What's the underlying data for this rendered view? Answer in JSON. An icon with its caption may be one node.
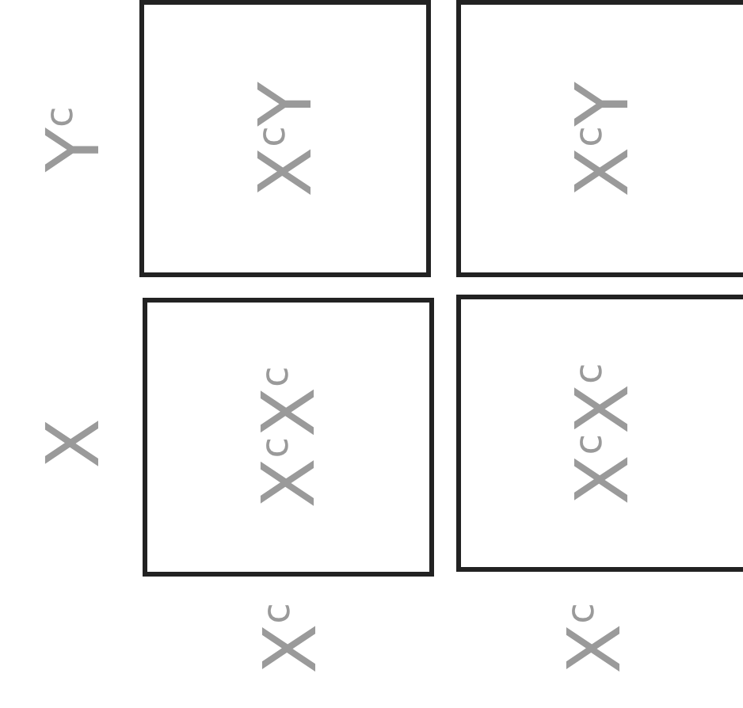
{
  "diagram": {
    "nodes": [
      {
        "text": [
          "X$^{c}$Y"
        ]
      },
      {
        "text": [
          "X$^{c}$Y"
        ]
      },
      {
        "text": [
          "X$^{c}$X$^{c}$"
        ]
      },
      {
        "text": [
          "X$^{c}$X$^{c}$"
        ]
      }
    ],
    "labels": [
      "Y$^{c}$",
      "X",
      "X$^{c}$",
      "X$^{c}$"
    ]
  }
}
